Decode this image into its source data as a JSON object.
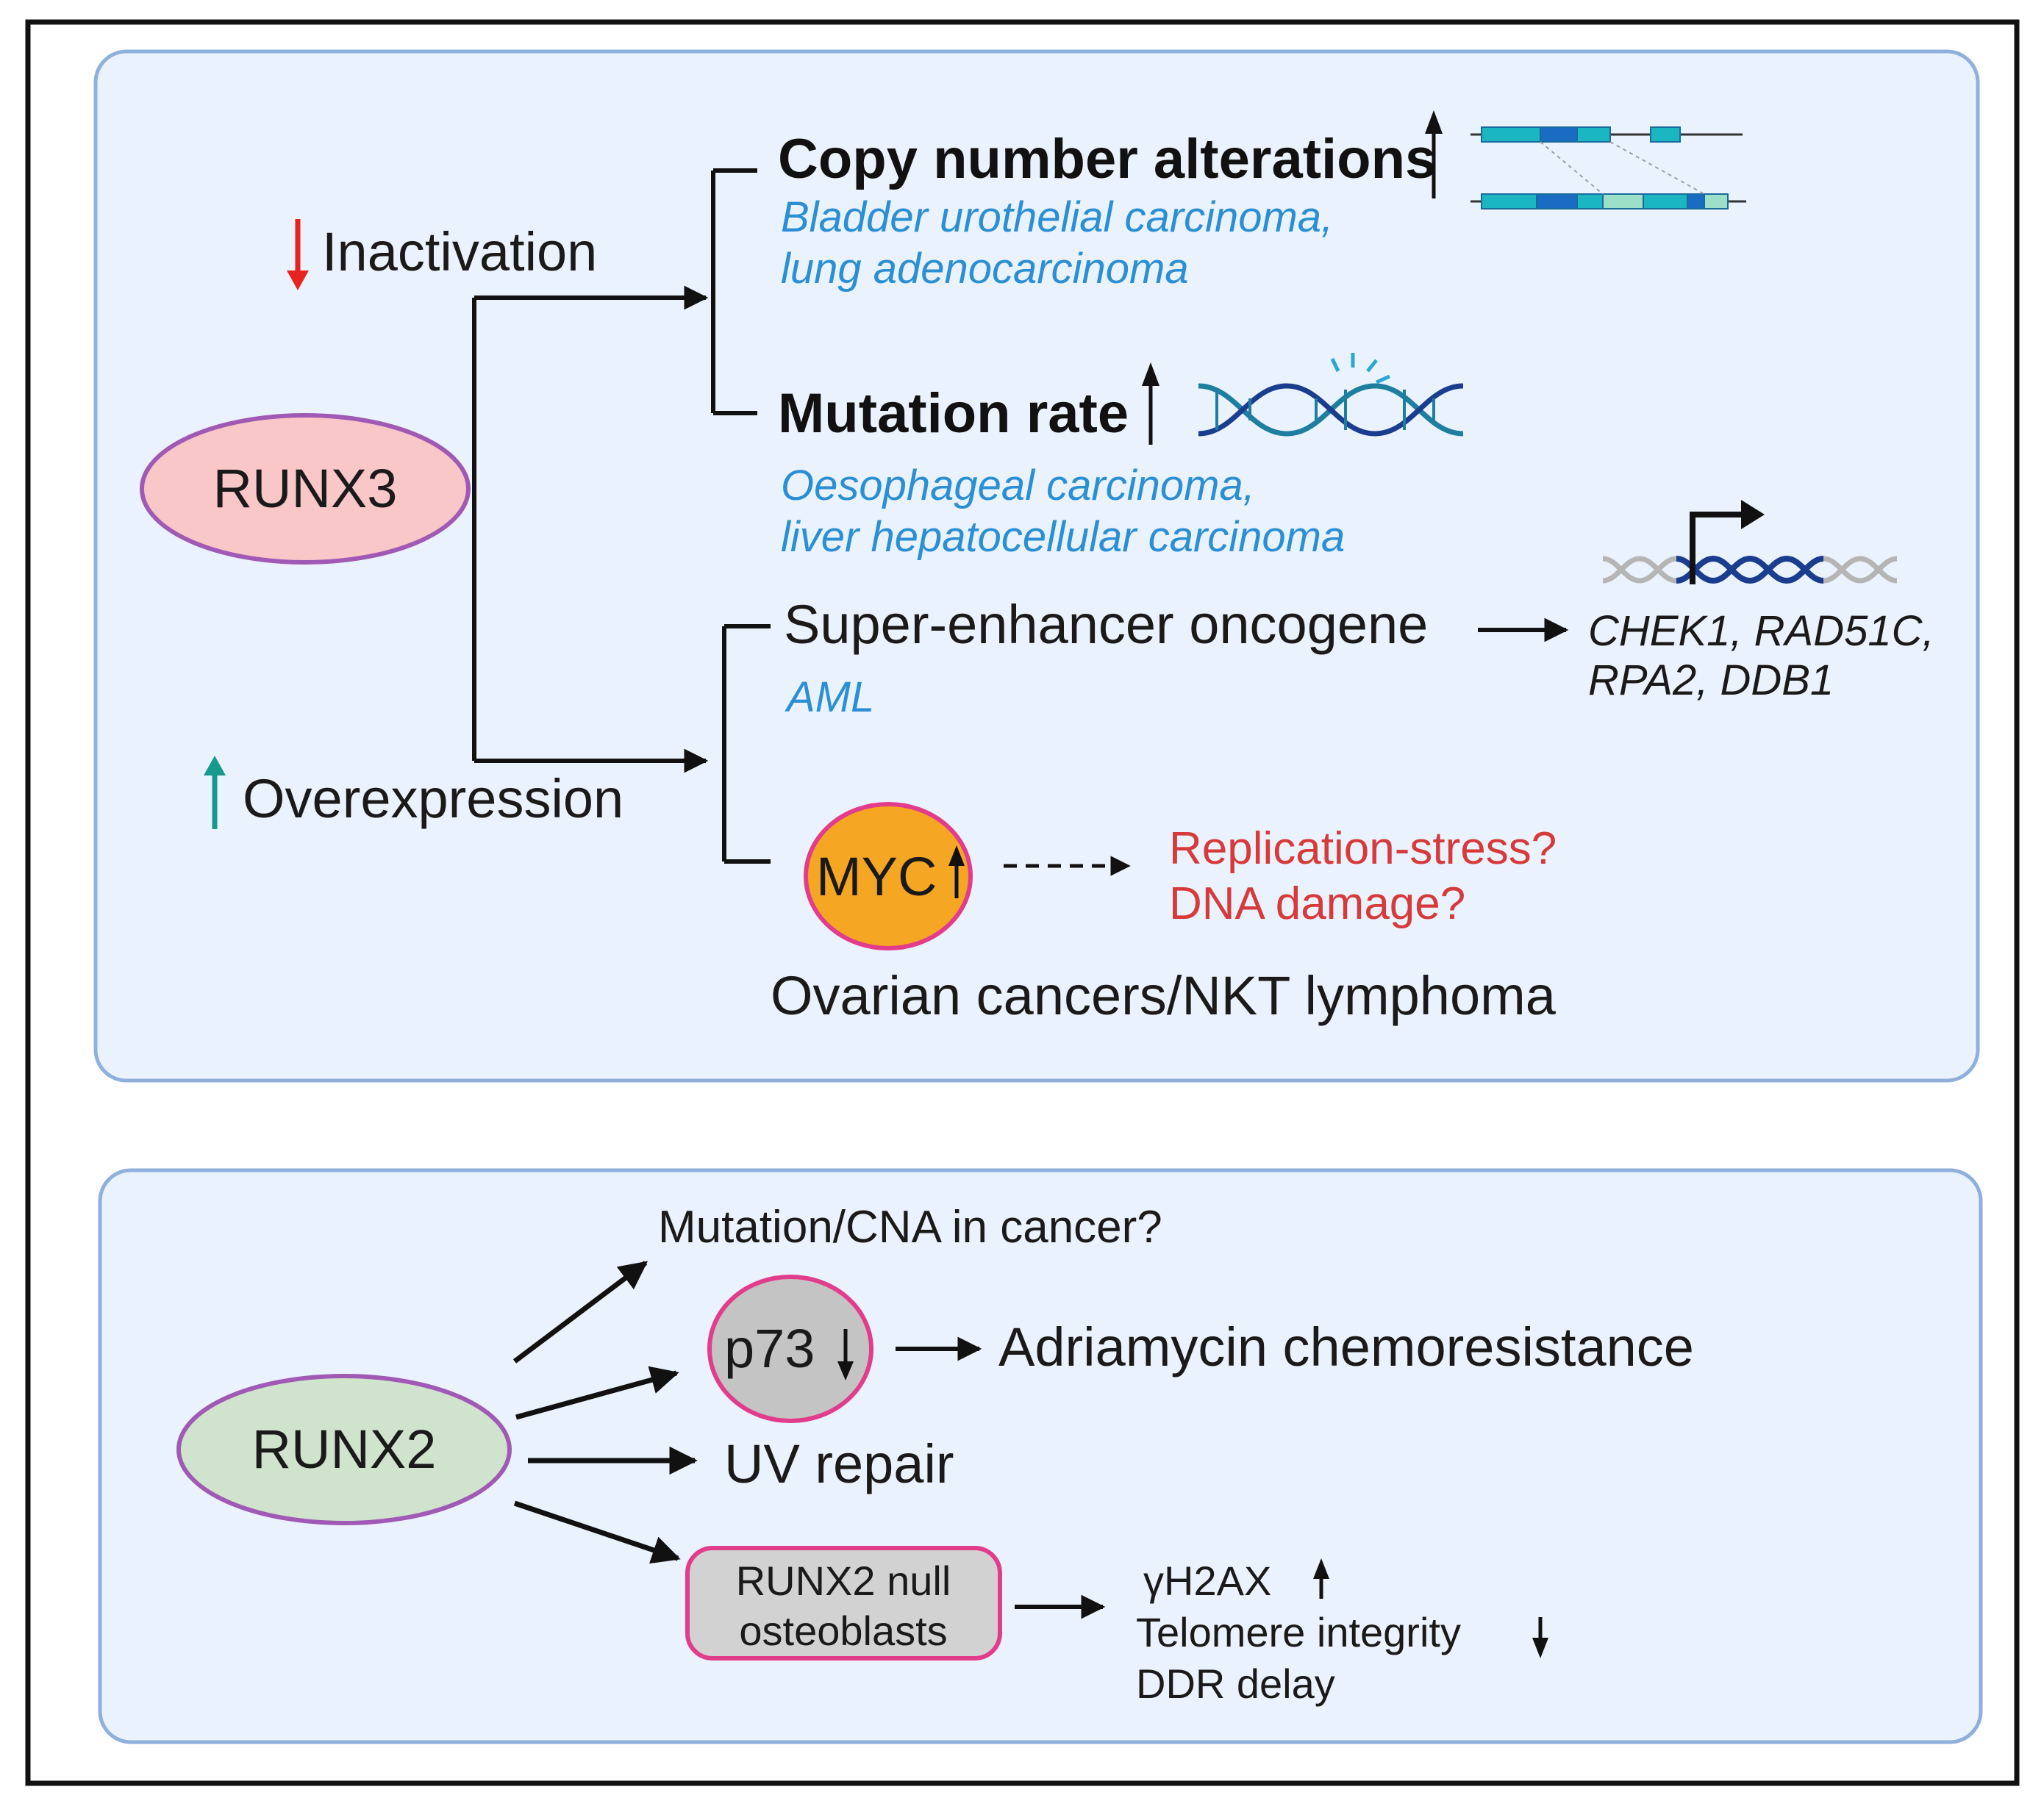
{
  "colors": {
    "panel_fill": "#eaf2fd",
    "panel_stroke": "#8fb0dc",
    "runx3_fill": "#f9c7c7",
    "runx2_fill": "#cfe3cd",
    "node_stroke": "#a05ab5",
    "myc_fill": "#f5a623",
    "pink_stroke": "#e23c8c",
    "grey_fill": "#c4c4c4",
    "down_arrow": "#e52420",
    "up_arrow": "#17998e",
    "blue_text": "#2a8fd4",
    "red_text": "#d63a3a"
  },
  "top_panel": {
    "runx3_label": "RUNX3",
    "inactivation_label": "Inactivation",
    "overexpression_label": "Overexpression",
    "cna": {
      "title": "Copy number alterations",
      "cancers": [
        "Bladder urothelial carcinoma,",
        "lung adenocarcinoma"
      ],
      "icon": "chromosome-icon"
    },
    "mutation": {
      "title": "Mutation rate",
      "cancers": [
        "Oesophageal carcinoma,",
        "liver hepatocellular carcinoma"
      ],
      "icon": "dna-icon"
    },
    "super_enhancer": {
      "title": "Super-enhancer oncogene",
      "cancer": "AML",
      "genes": [
        "CHEK1, RAD51C,",
        "RPA2, DDB1"
      ],
      "icon": "transcription-dna-icon"
    },
    "myc": {
      "label": "MYC",
      "outcomes": [
        "Replication-stress?",
        "DNA damage?"
      ],
      "cancer": "Ovarian cancers/NKT lymphoma"
    }
  },
  "bottom_panel": {
    "runx2_label": "RUNX2",
    "mutation_label": "Mutation/CNA in cancer?",
    "p73_label": "p73",
    "chemoresistance_label": "Adriamycin chemoresistance",
    "uv_label": "UV repair",
    "null_osteoblasts": [
      "RUNX2 null",
      "osteoblasts"
    ],
    "effects": [
      "γH2AX",
      "Telomere integrity",
      "DDR delay"
    ]
  }
}
